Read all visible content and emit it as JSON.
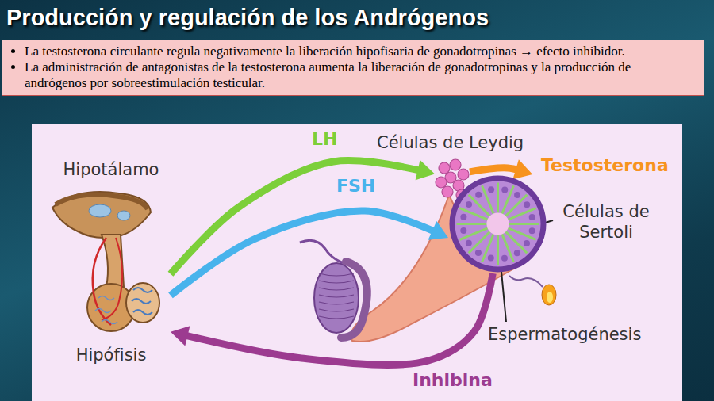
{
  "diagram": {
    "title": "Producción y regulación de los Andrógenos",
    "nodes": [
      {
        "text": [
          "La testosterona circulante regula negativamente la liberación hipofisaria de gonadotropinas → efecto inhibidor.",
          "La administración de antagonistas de la testosterona aumenta la liberación de gonadotropinas y la producción de andrógenos por sobreestimulación testicular."
        ]
      },
      {
        "text": [
          "Hipotálamo",
          "Hipófisis"
        ]
      },
      {
        "text": [
          "Células de Leydig"
        ]
      },
      {
        "text": [
          "Células de Sertoli",
          "Espermatogénesis"
        ]
      }
    ],
    "edges": [
      {
        "from": 1,
        "to": 2,
        "label": "LH",
        "arrow": "to"
      },
      {
        "from": 1,
        "to": 3,
        "label": "FSH",
        "arrow": "to"
      },
      {
        "from": 3,
        "to": 1,
        "label": "Inhibina",
        "arrow": "to"
      },
      {
        "from": 2,
        "to": 3,
        "label": "Testosterona",
        "arrow": "to"
      }
    ]
  }
}
